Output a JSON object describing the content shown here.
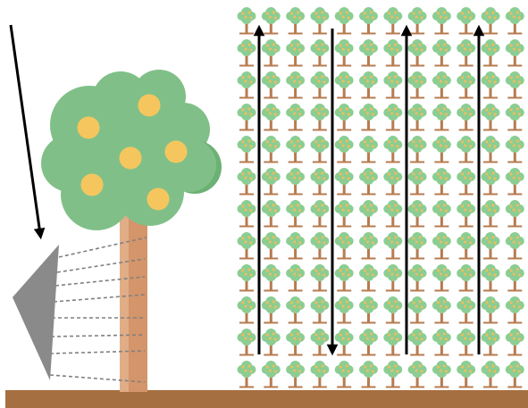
{
  "colors": {
    "background": "#ffffff",
    "ground": "#a66f41",
    "trunk": "#d4956a",
    "trunk_highlight": "#e0ad87",
    "canopy": "#80c088",
    "canopy_shadow": "#6cb174",
    "fruit": "#f6c65e",
    "arrow": "#000000",
    "sensor": "#8a8a8a",
    "beam": "#808080",
    "mini_trunk": "#b77b4f",
    "mini_canopy": "#8ccd93",
    "mini_fruit": "#f2bd58"
  },
  "icons": {
    "sensor": "triangle-scanner-icon",
    "tree": "fruit-tree-icon",
    "orchard_tree": "mini-fruit-tree-icon",
    "arrow": "direction-arrow-icon"
  },
  "orchard": {
    "rows": 12,
    "columns": 12,
    "traversal_directions": [
      "up",
      "down",
      "up",
      "up"
    ]
  },
  "scan_lines": 8,
  "fruit_count": 6
}
